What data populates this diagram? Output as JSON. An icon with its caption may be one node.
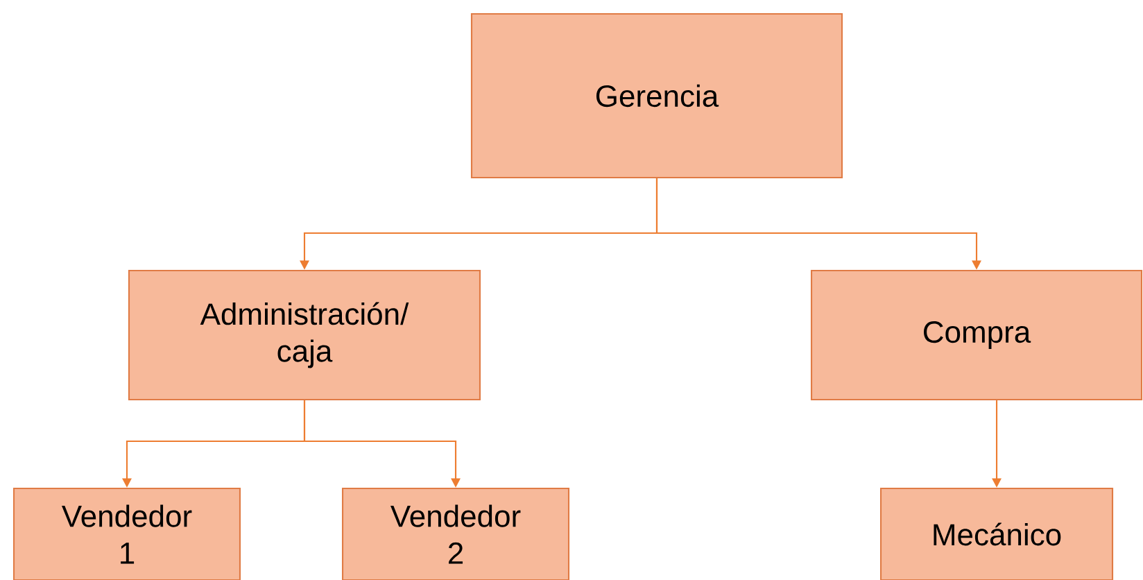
{
  "diagram": {
    "nodes": [
      {
        "text": [
          "Gerencia"
        ]
      },
      {
        "text": [
          "Administración/ caja"
        ]
      },
      {
        "text": [
          "Compra"
        ]
      },
      {
        "text": [
          "Vendedor 1"
        ]
      },
      {
        "text": [
          "Vendedor 2"
        ]
      },
      {
        "text": [
          "Mecánico"
        ]
      }
    ],
    "edges": [
      {
        "from": 0,
        "to": 1,
        "arrow": "to"
      },
      {
        "from": 0,
        "to": 2,
        "arrow": "to"
      },
      {
        "from": 1,
        "to": 3,
        "arrow": "to"
      },
      {
        "from": 1,
        "to": 4,
        "arrow": "to"
      },
      {
        "from": 2,
        "to": 5,
        "arrow": "to"
      }
    ]
  }
}
